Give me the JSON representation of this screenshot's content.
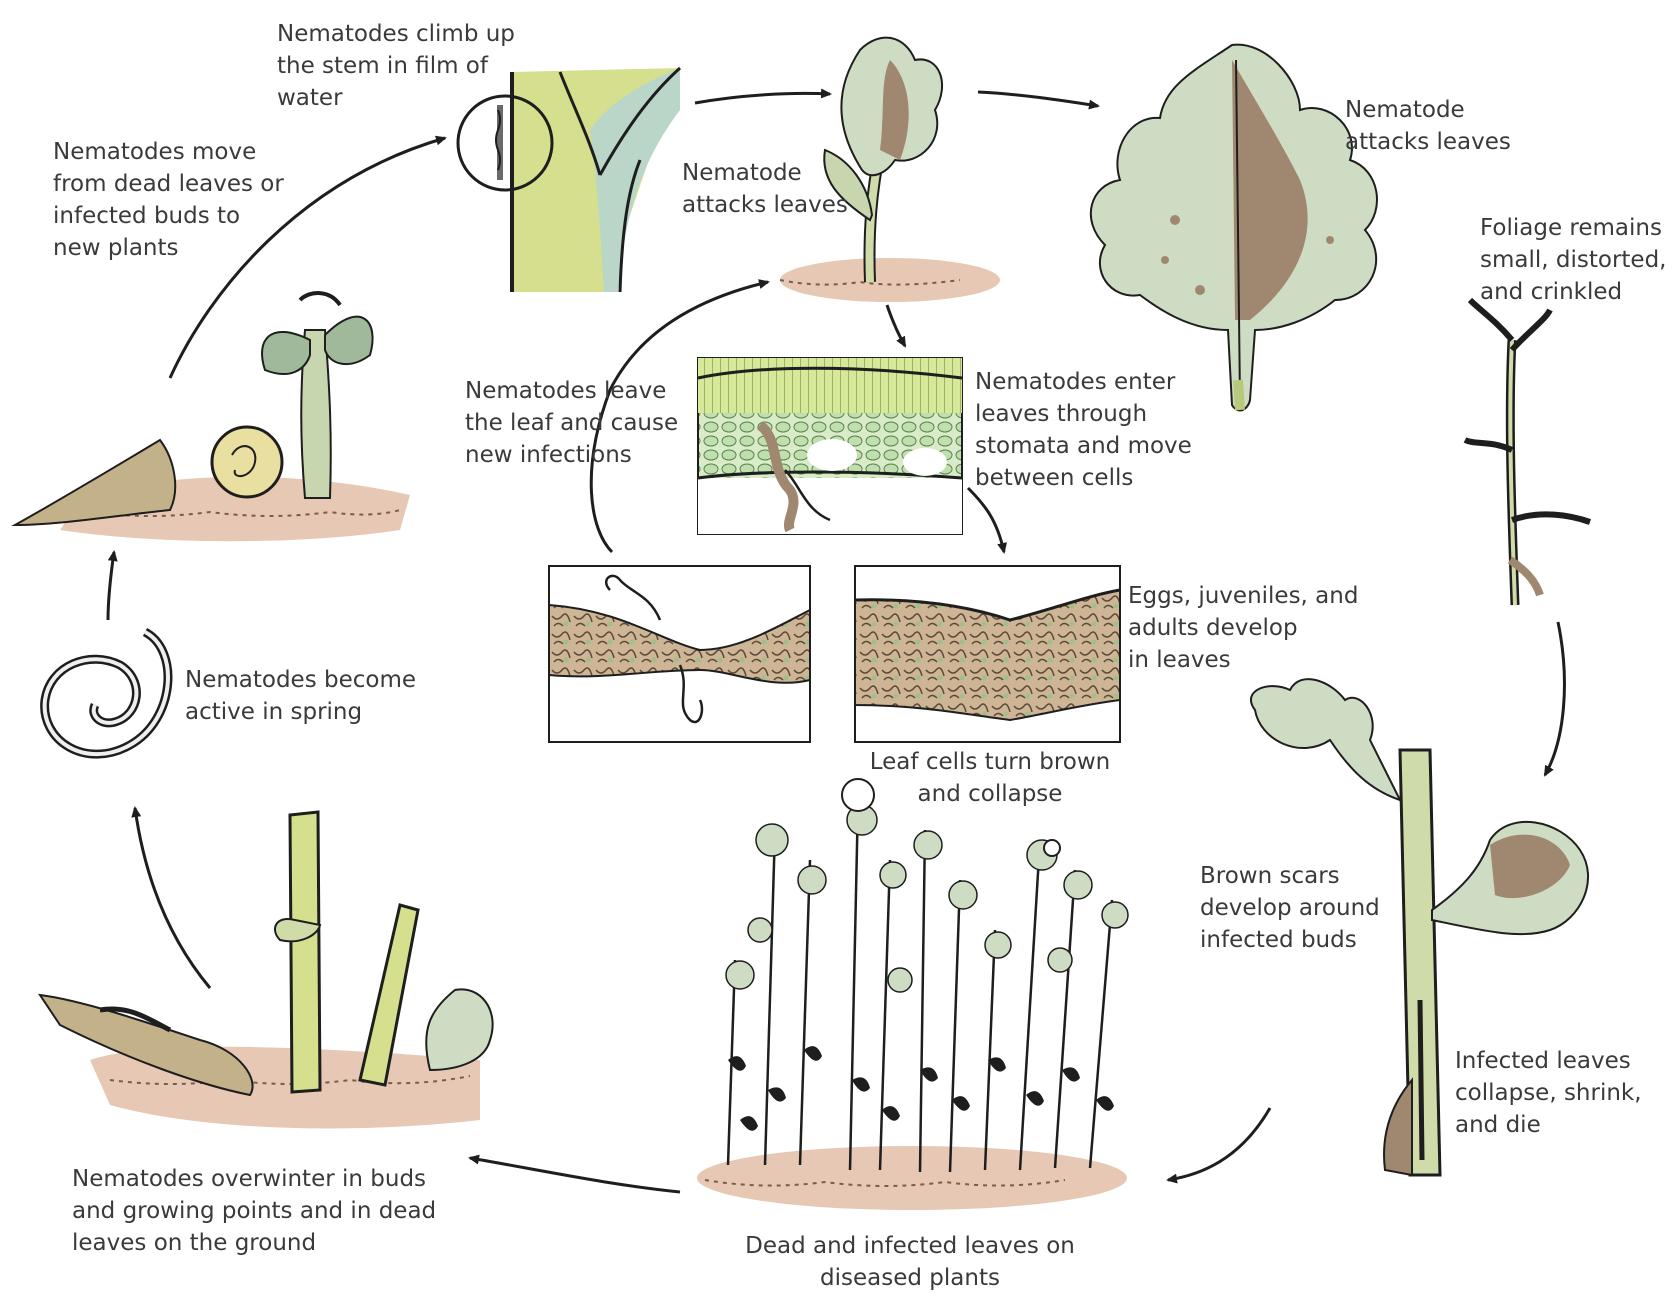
{
  "labels": {
    "climb_stem": "Nematodes climb up\nthe stem in film of\nwater",
    "move_dead_leaves": "Nematodes move\nfrom dead leaves or\ninfected buds to\nnew plants",
    "attacks_leaves_small": "Nematode\nattacks leaves",
    "attacks_leaves_large": "Nematode\nattacks leaves",
    "foliage_remains": "Foliage remains\nsmall, distorted,\nand crinkled",
    "leave_leaf": "Nematodes leave\nthe leaf and cause\nnew infections",
    "enter_leaves": "Nematodes enter\nleaves through\nstomata and move\nbetween cells",
    "eggs_juveniles": "Eggs, juveniles, and\nadults develop\nin leaves",
    "become_active": "Nematodes become\nactive in spring",
    "cells_brown": "Leaf cells turn brown\nand collapse",
    "brown_scars": "Brown scars\ndevelop around\ninfected buds",
    "infected_collapse": "Infected leaves\ncollapse, shrink,\nand die",
    "overwinter": "Nematodes overwinter in buds\nand growing points and in dead\nleaves on the ground",
    "dead_infected": "Dead and infected leaves on\ndiseased plants"
  },
  "colors": {
    "stem_green": "#d5df8e",
    "leaf_pale": "#cfdcc4",
    "leaf_brown": "#a08870",
    "soil": "#e6c8b4",
    "ink": "#1e1e1e",
    "cell_green": "#c2e0b0"
  }
}
